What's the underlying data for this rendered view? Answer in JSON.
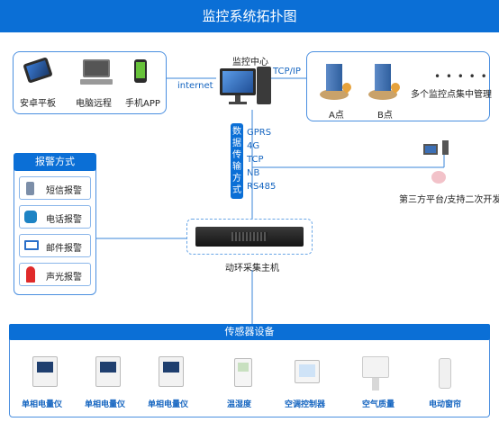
{
  "title": "监控系统拓扑图",
  "clients": {
    "items": [
      {
        "label": "安卓平板",
        "icon": "tablet-icon"
      },
      {
        "label": "电脑远程",
        "icon": "laptop-icon"
      },
      {
        "label": "手机APP",
        "icon": "phone-icon"
      }
    ],
    "link_label": "internet"
  },
  "center": {
    "label": "监控中心",
    "icon": "desktop-computer-icon"
  },
  "sites": {
    "link_label": "TCP/IP",
    "items": [
      {
        "label": "A点"
      },
      {
        "label": "B点"
      }
    ],
    "dots": "• • • • •",
    "more_label": "多个监控点集中管理"
  },
  "transmission": {
    "title_chars": [
      "数",
      "据",
      "传",
      "输",
      "方",
      "式"
    ],
    "protocols": [
      "GPRS",
      "4G",
      "TCP",
      "NB",
      "RS485"
    ]
  },
  "third_party": {
    "label": "第三方平台/支持二次开发"
  },
  "alarm": {
    "title": "报警方式",
    "items": [
      {
        "label": "短信报警",
        "icon": "sms-phone-icon"
      },
      {
        "label": "电话报警",
        "icon": "telephone-icon"
      },
      {
        "label": "邮件报警",
        "icon": "envelope-icon"
      },
      {
        "label": "声光报警",
        "icon": "alarm-light-icon"
      }
    ]
  },
  "host": {
    "label": "动环采集主机"
  },
  "sensors": {
    "title": "传感器设备",
    "items": [
      {
        "label": "单相电量仪"
      },
      {
        "label": "单相电量仪"
      },
      {
        "label": "单相电量仪"
      },
      {
        "label": "温湿度"
      },
      {
        "label": "空调控制器"
      },
      {
        "label": "空气质量"
      },
      {
        "label": "电动窗帘"
      }
    ]
  }
}
